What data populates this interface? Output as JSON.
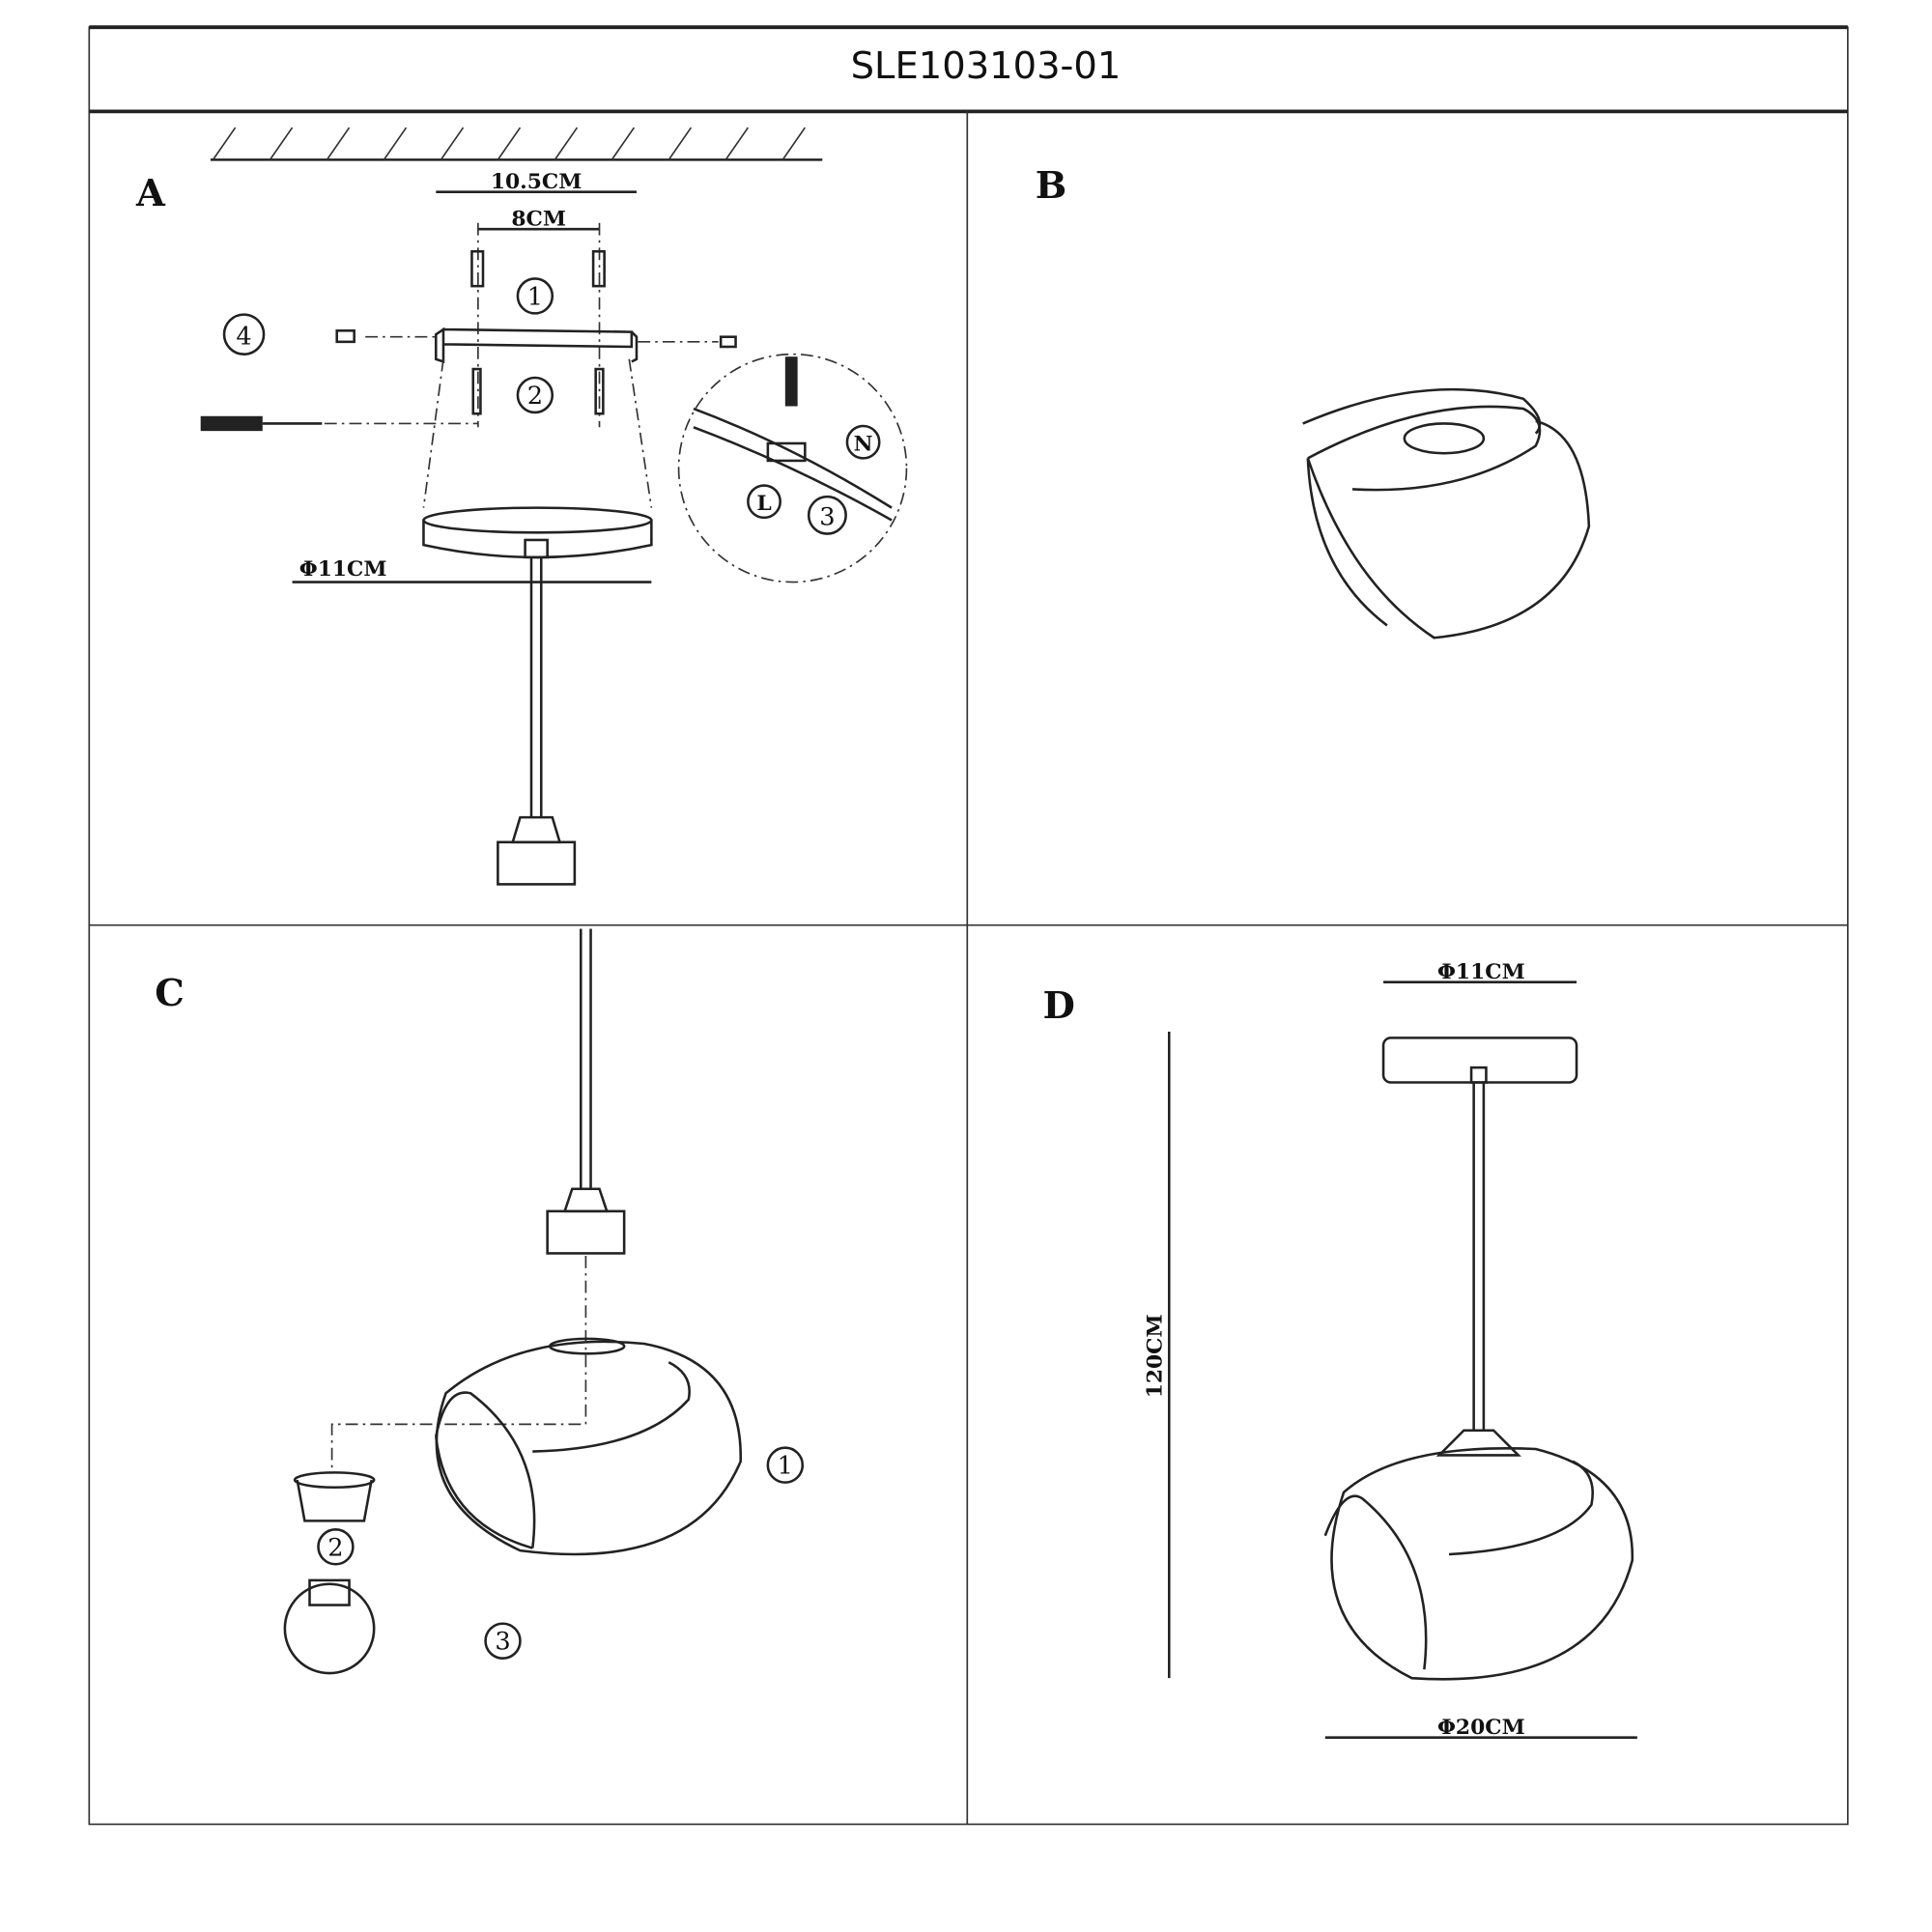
{
  "title": "SLE103103-01",
  "panels": {
    "a": {
      "label": "A",
      "dim_outer": "10.5CM",
      "dim_inner": "8CM",
      "dim_canopy": "Φ11CM",
      "steps": [
        "1",
        "2",
        "3",
        "4"
      ],
      "wire_neutral": "N",
      "wire_live": "L"
    },
    "b": {
      "label": "B"
    },
    "c": {
      "label": "C",
      "steps": [
        "1",
        "2",
        "3"
      ]
    },
    "d": {
      "label": "D",
      "dim_canopy": "Φ11CM",
      "dim_height": "120CM",
      "dim_shade": "Φ20CM"
    }
  }
}
